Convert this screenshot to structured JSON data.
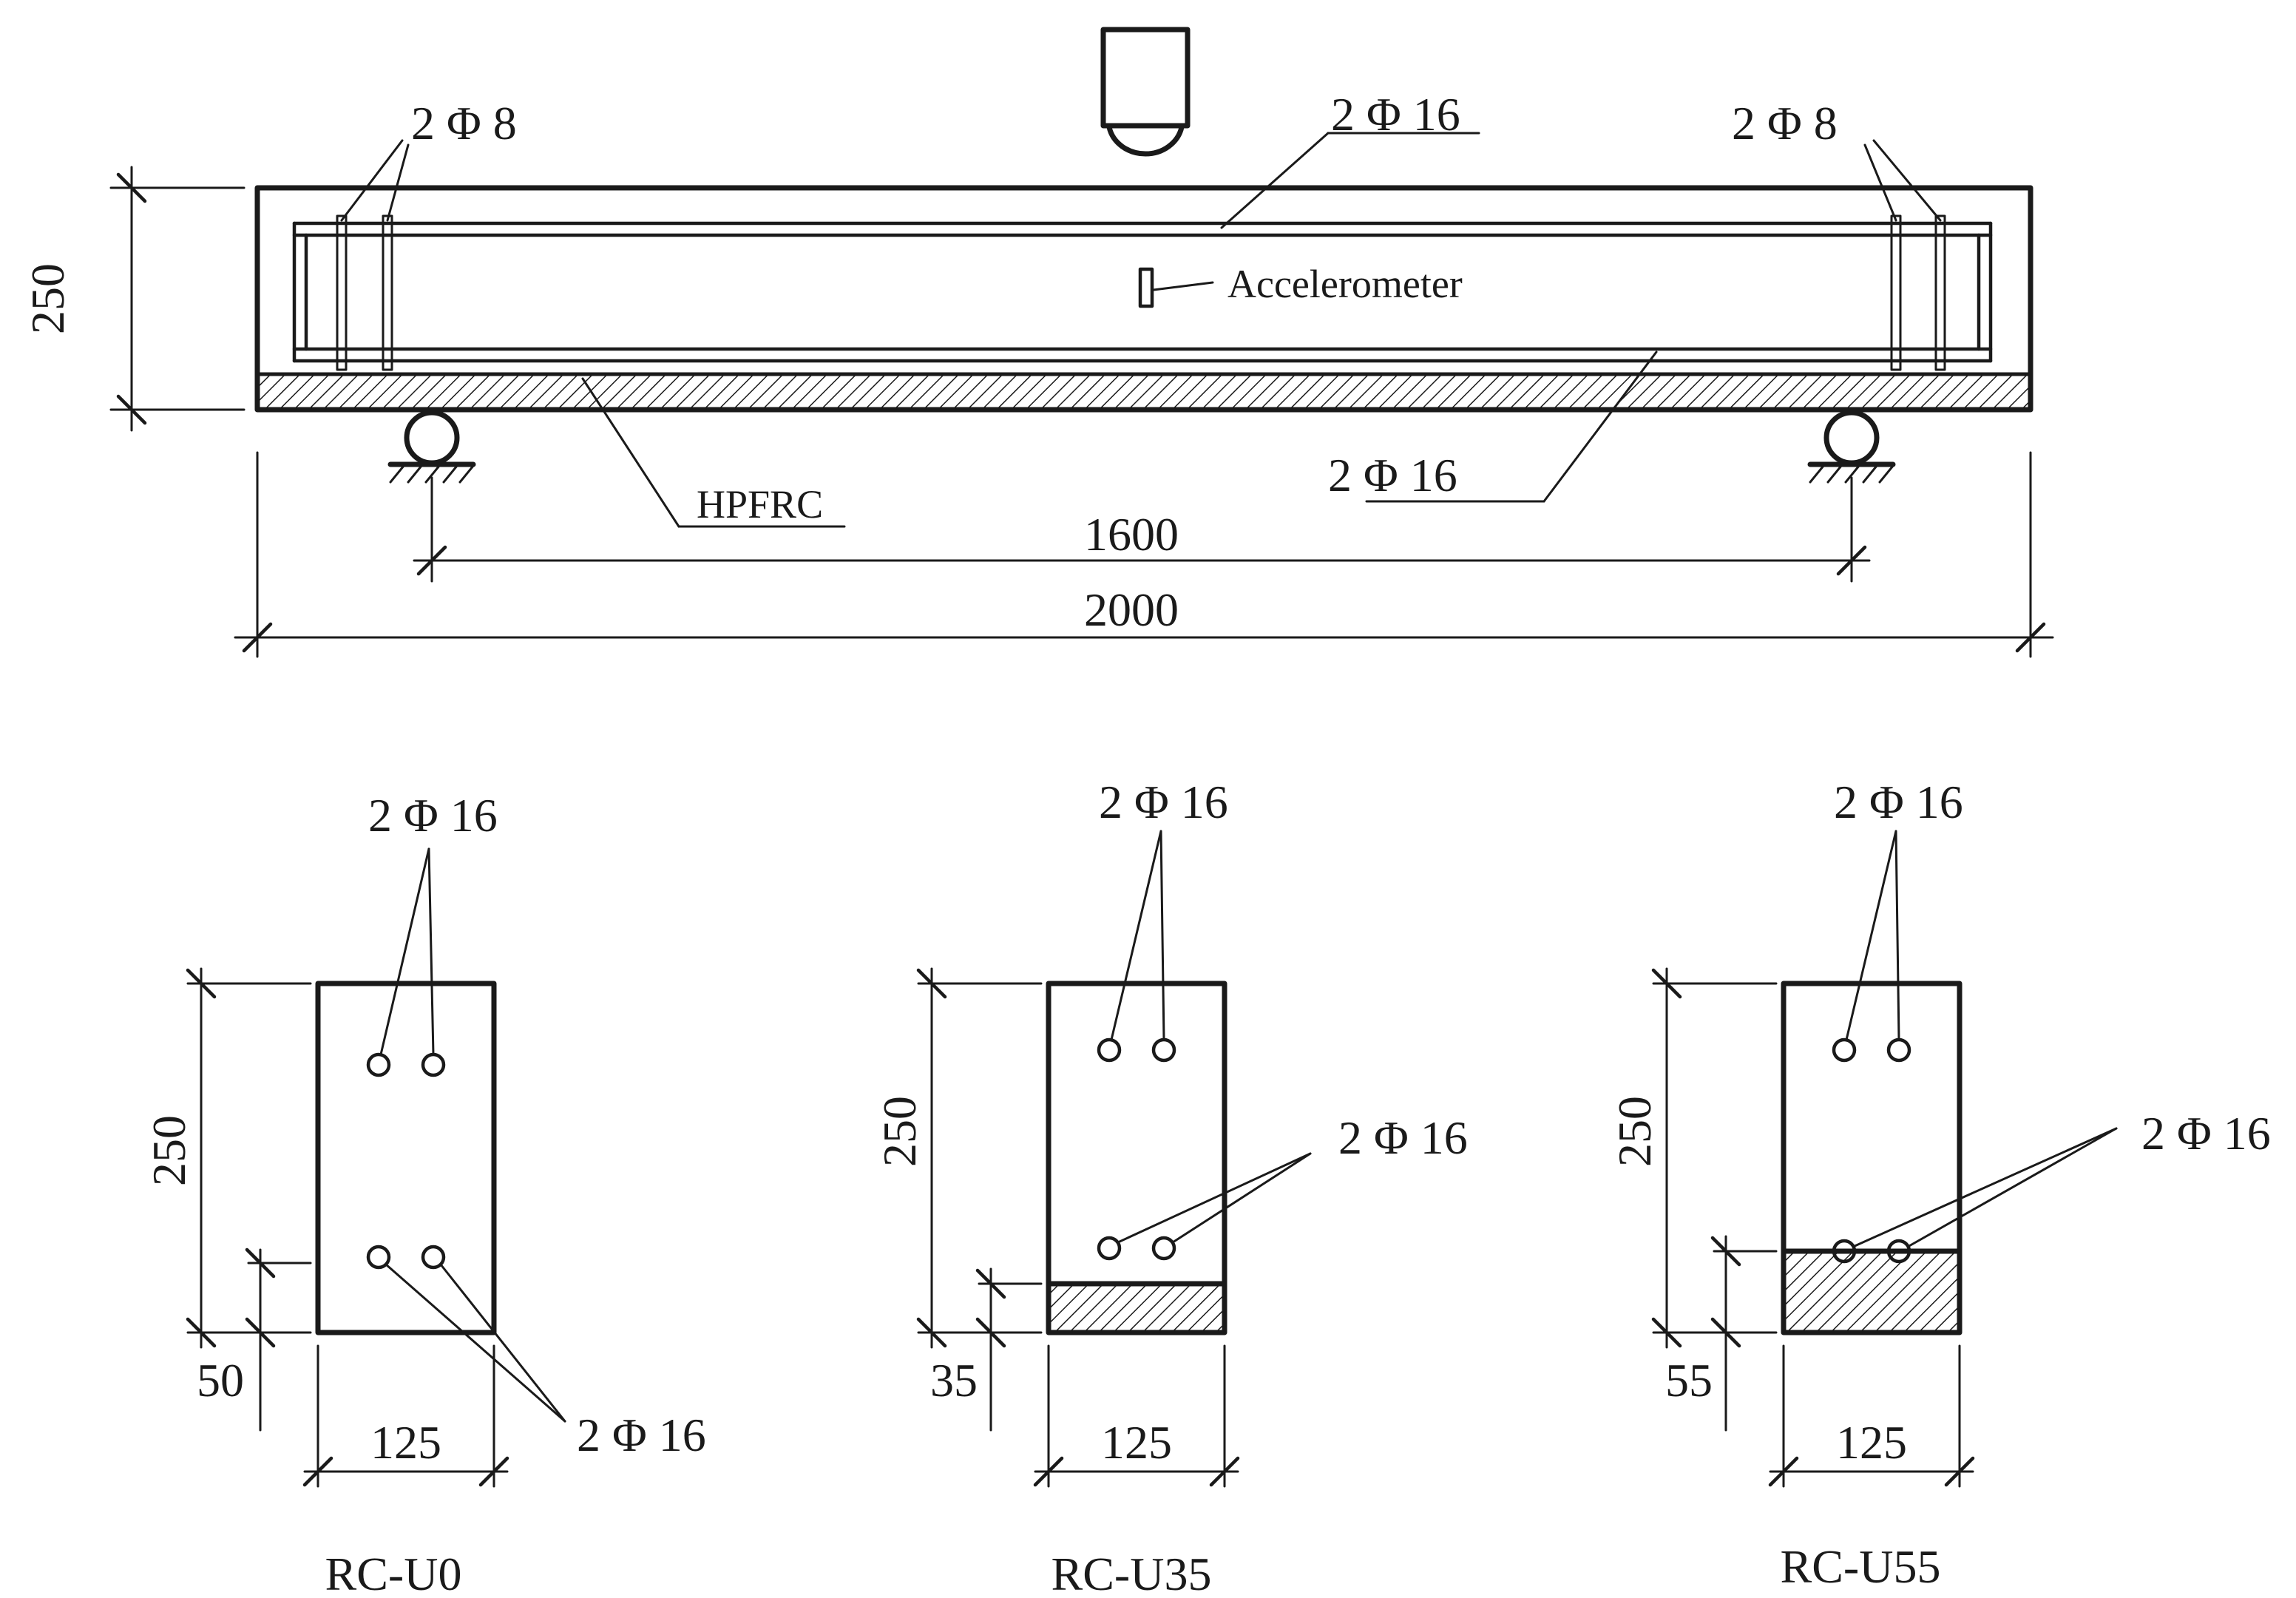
{
  "elevation": {
    "height_label": "250",
    "stirrup_left_label": "2 Φ 8",
    "stirrup_right_label": "2 Φ 8",
    "top_bar_label": "2 Φ 16",
    "bottom_bar_label": "2 Φ 16",
    "sensor_label": "Accelerometer",
    "layer_label": "HPFRC",
    "span_label": "1600",
    "length_label": "2000"
  },
  "sections": [
    {
      "name": "RC-U0",
      "top_bars": "2 Φ 16",
      "bottom_bars": "2 Φ 16",
      "height": "250",
      "width": "125",
      "offset": "50"
    },
    {
      "name": "RC-U35",
      "top_bars": "2 Φ 16",
      "bottom_bars": "2 Φ 16",
      "height": "250",
      "width": "125",
      "offset": "35"
    },
    {
      "name": "RC-U55",
      "top_bars": "2 Φ 16",
      "bottom_bars": "2 Φ 16",
      "height": "250",
      "width": "125",
      "offset": "55"
    }
  ]
}
